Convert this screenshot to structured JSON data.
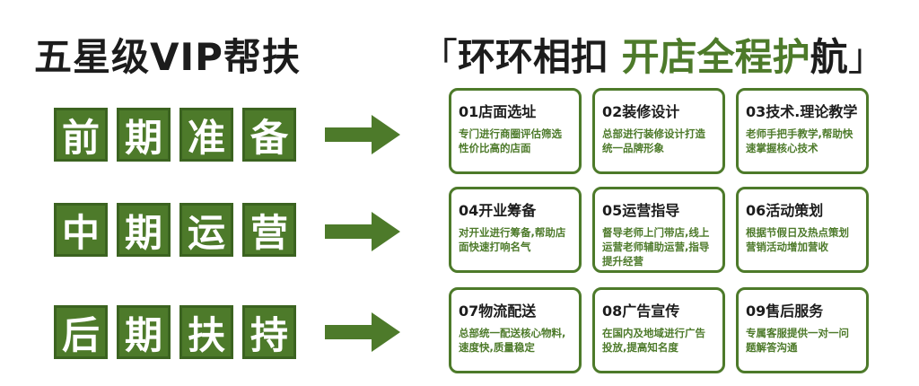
{
  "left_title": "五星级VIP帮扶",
  "right_title": {
    "open_bracket": "「",
    "part1": "环环相扣 ",
    "part2": "开店全程",
    "part3": "护",
    "part4": "航",
    "close_bracket": "」"
  },
  "stages": [
    {
      "chars": [
        "前",
        "期",
        "准",
        "备"
      ]
    },
    {
      "chars": [
        "中",
        "期",
        "运",
        "营"
      ]
    },
    {
      "chars": [
        "后",
        "期",
        "扶",
        "持"
      ]
    }
  ],
  "cards": [
    {
      "title": "01店面选址",
      "desc": "专门进行商圈评估筛选性价比高的店面"
    },
    {
      "title": "02装修设计",
      "desc": "总部进行装修设计打造统一品牌形象"
    },
    {
      "title": "03技术.理论教学",
      "desc": "老师手把手教学,帮助快速掌握核心技术"
    },
    {
      "title": "04开业筹备",
      "desc": "对开业进行筹备,帮助店面快速打响名气"
    },
    {
      "title": "05运营指导",
      "desc": "督导老师上门带店,线上运营老师辅助运营,指导提升经营"
    },
    {
      "title": "06活动策划",
      "desc": "根据节假日及热点策划营销活动增加营收"
    },
    {
      "title": "07物流配送",
      "desc": "总部统一配送核心物料,速度快,质量稳定"
    },
    {
      "title": "08广告宣传",
      "desc": "在国内及地域进行广告投放,提高知名度"
    },
    {
      "title": "09售后服务",
      "desc": "专属客服提供一对一问题解答沟通"
    }
  ],
  "colors": {
    "accent": "#4d7a2a",
    "text": "#1c1c1c"
  }
}
